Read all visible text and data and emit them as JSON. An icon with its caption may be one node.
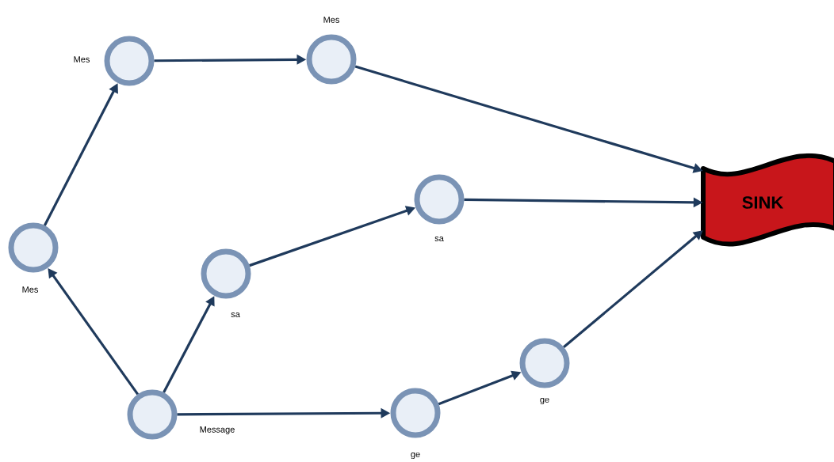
{
  "diagram": {
    "nodes": [
      {
        "text": [],
        "shape": "circle",
        "beside": [
          "Message"
        ]
      },
      {
        "text": [],
        "shape": "circle",
        "beside": [
          "Mes"
        ]
      },
      {
        "text": [],
        "shape": "circle",
        "beside": [
          "Mes"
        ]
      },
      {
        "text": [],
        "shape": "circle",
        "beside": [
          "Mes"
        ]
      },
      {
        "text": [],
        "shape": "circle",
        "beside": [
          "sa"
        ]
      },
      {
        "text": [],
        "shape": "circle",
        "beside": [
          "sa"
        ]
      },
      {
        "text": [],
        "shape": "circle",
        "beside": [
          "ge"
        ]
      },
      {
        "text": [],
        "shape": "circle",
        "beside": [
          "ge"
        ]
      },
      {
        "text": [
          "SINK"
        ]
      }
    ],
    "edges": [
      {
        "from": 0,
        "to": 1,
        "arrow": "to"
      },
      {
        "from": 1,
        "to": 2,
        "arrow": "to"
      },
      {
        "from": 2,
        "to": 3,
        "arrow": "to"
      },
      {
        "from": 3,
        "to": 8,
        "arrow": "to"
      },
      {
        "from": 0,
        "to": 4,
        "arrow": "to"
      },
      {
        "from": 4,
        "to": 5,
        "arrow": "to"
      },
      {
        "from": 5,
        "to": 8,
        "arrow": "to"
      },
      {
        "from": 0,
        "to": 6,
        "arrow": "to"
      },
      {
        "from": 6,
        "to": 7,
        "arrow": "to"
      },
      {
        "from": 7,
        "to": 8,
        "arrow": "to"
      }
    ]
  }
}
